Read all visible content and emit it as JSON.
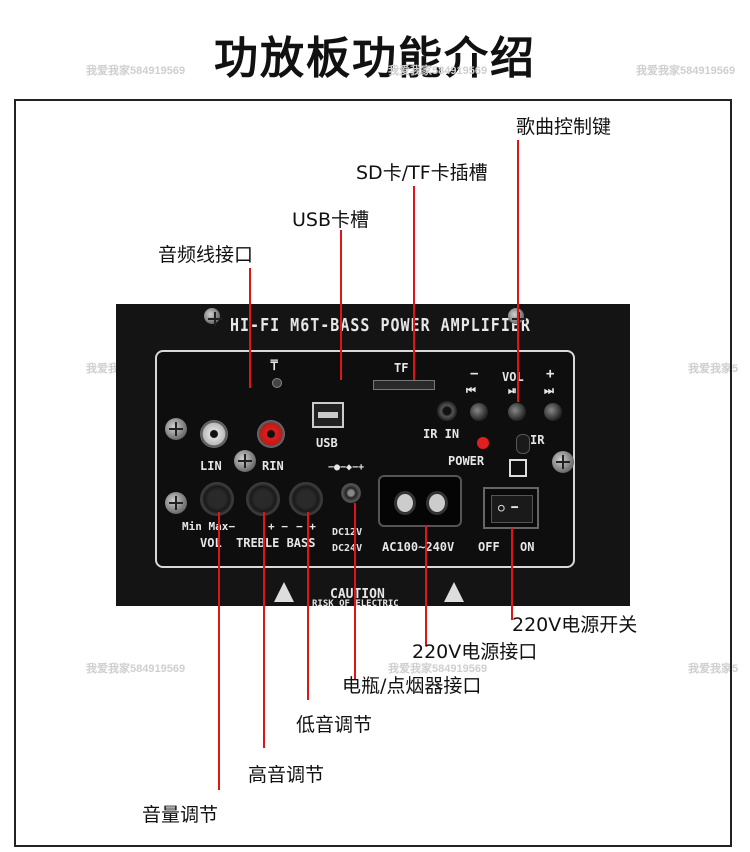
{
  "title": "功放板功能介绍",
  "watermark": "我爱我家584919569",
  "watermark_short": "我爱我家5",
  "labels": {
    "song_keys": "歌曲控制键",
    "sd_tf_slot": "SD卡/TF卡插槽",
    "usb_slot": "USB卡槽",
    "audio_line": "音频线接口",
    "power_switch": "220V电源开关",
    "power_socket": "220V电源接口",
    "battery_socket": "电瓶/点烟器接口",
    "bass_adjust": "低音调节",
    "treble_adjust": "高音调节",
    "volume_adjust": "音量调节"
  },
  "board": {
    "header": "HI-FI M6T-BASS POWER AMPLIFIER",
    "tf": "TF",
    "usb": "USB",
    "vol": "VOL",
    "minus": "−",
    "plus": "+",
    "ir_in": "IR IN",
    "ir": "IR",
    "power": "POWER",
    "lin": "LIN",
    "rin": "RIN",
    "min_max": "Min  Max−",
    "pm1": "+  −",
    "pm2": "−  +",
    "vol_label": "VOL",
    "treble_bass": "TREBLE BASS",
    "dc12": "DC12V",
    "dc24": "DC24V",
    "ac": "AC100∼240V",
    "off": "OFF",
    "on": "ON",
    "caution": "CAUTION",
    "risk": "RISK OF ELECTRIC",
    "antenna": "⍑",
    "prev": "⏮",
    "playpause": "⏯",
    "next": "⏭",
    "dc_symbol": "−●−◆−+",
    "switch_symbol": "○ ━"
  },
  "colors": {
    "pointer": "#e01515",
    "plate": "#141414"
  }
}
